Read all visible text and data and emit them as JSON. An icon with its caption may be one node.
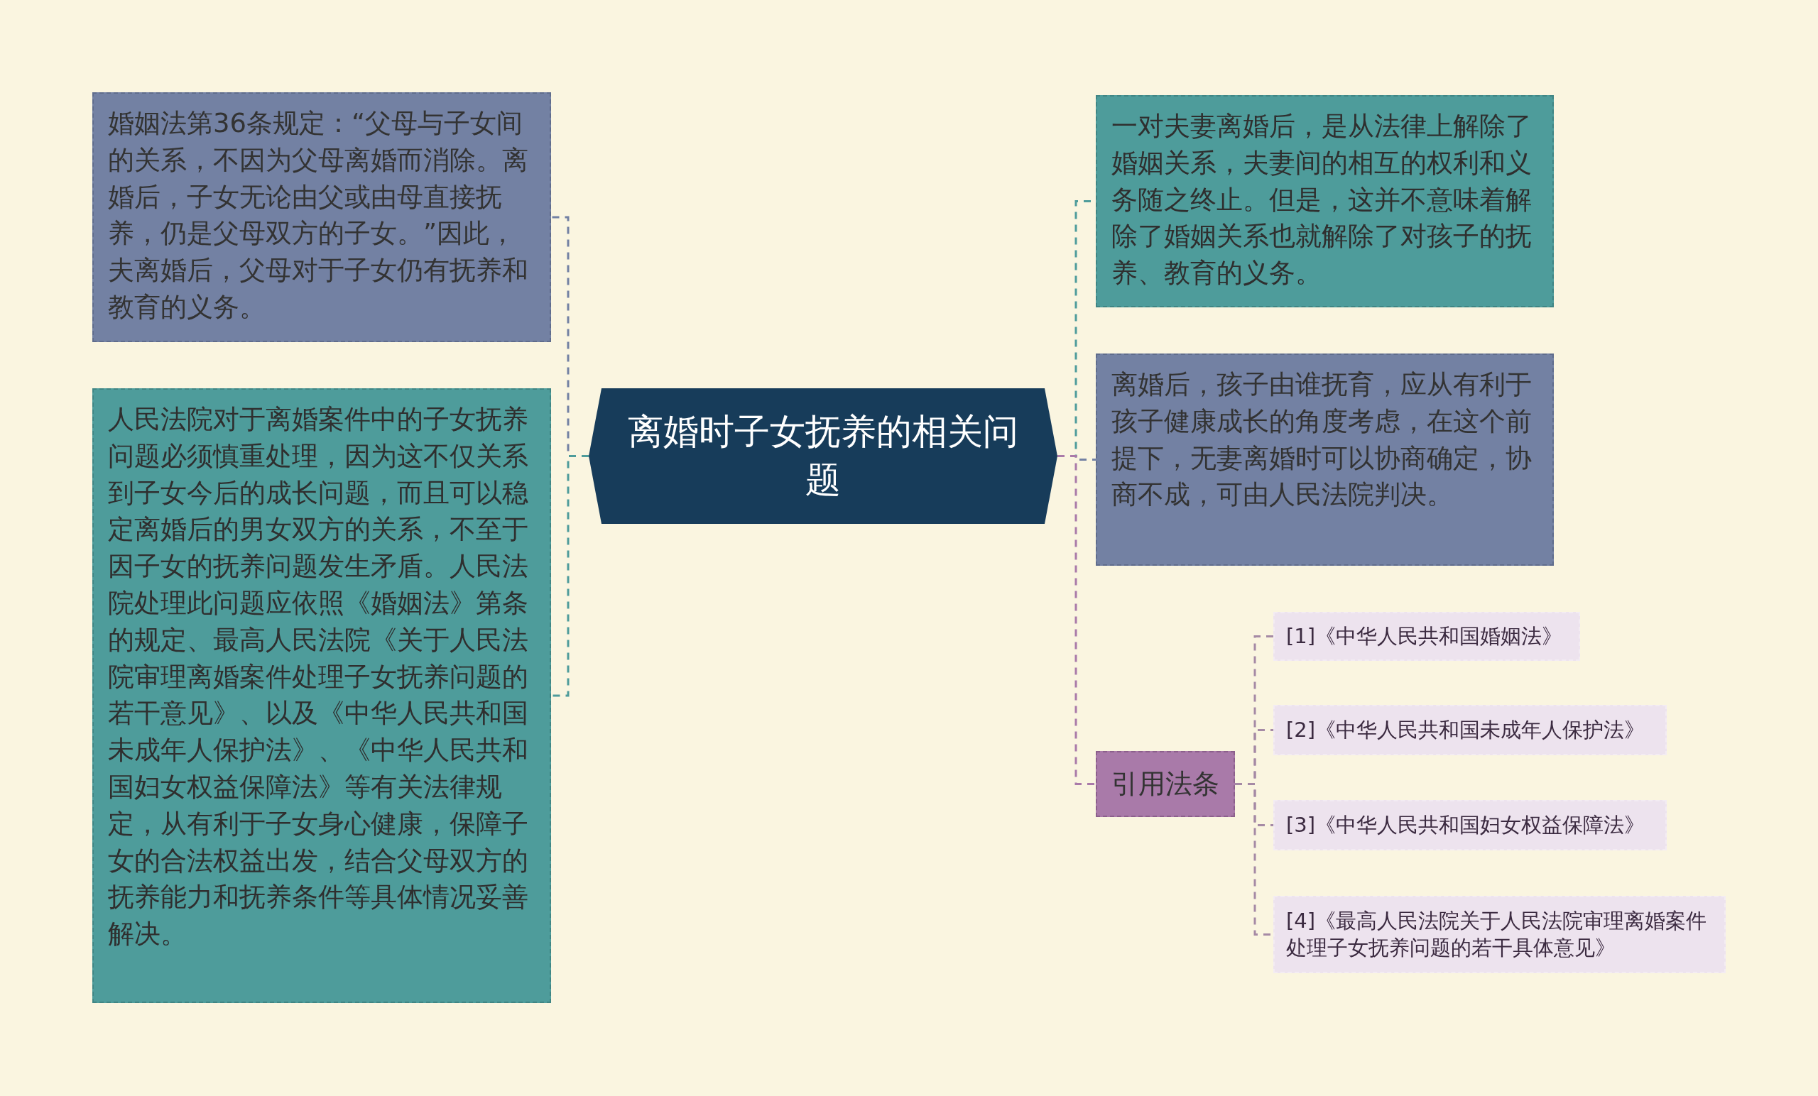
{
  "diagram": {
    "nodes": [
      {
        "text": [
          "离婚时子女抚养的相关问题"
        ]
      },
      {
        "text": [
          "婚姻法第36条规定：“父母与子女间的关系，不因为父母离婚而消除。离婚后，子女无论由父或由母直接抚养，仍是父母双方的子女。”因此，夫离婚后，父母对于子女仍有抚养和教育的义务。"
        ]
      },
      {
        "text": [
          "人民法院对于离婚案件中的子女抚养问题必须慎重处理，因为这不仅关系到子女今后的成长问题，而且可以稳定离婚后的男女双方的关系，不至于因子女的抚养问题发生矛盾。人民法院处理此问题应依照《婚姻法》第条的规定、最高人民法院《关于人民法院审理离婚案件处理子女抚养问题的若干意见》、以及《中华人民共和国未成年人保护法》、《中华人民共和国妇女权益保障法》等有关法律规定，从有利于子女身心健康，保障子女的合法权益出发，结合父母双方的抚养能力和抚养条件等具体情况妥善解决。"
        ]
      },
      {
        "text": [
          "一对夫妻离婚后，是从法律上解除了婚姻关系，夫妻间的相互的权利和义务随之终止。但是，这并不意味着解除了婚姻关系也就解除了对孩子的抚养、教育的义务。"
        ]
      },
      {
        "text": [
          "离婚后，孩子由谁抚育，应从有利于孩子健康成长的角度考虑，在这个前提下，无妻离婚时可以协商确定，协商不成，可由人民法院判决。"
        ]
      },
      {
        "text": [
          "引用法条"
        ]
      },
      {
        "text": [
          "[1]《中华人民共和国婚姻法》"
        ]
      },
      {
        "text": [
          "[2]《中华人民共和国未成年人保护法》"
        ]
      },
      {
        "text": [
          "[3]《中华人民共和国妇女权益保障法》"
        ]
      },
      {
        "text": [
          "[4]《最高人民法院关于人民法院审理离婚案件处理子女抚养问题的若干具体意见》"
        ]
      }
    ],
    "edges": [
      {
        "from": 0,
        "to": 1,
        "arrow": "none",
        "style": "dashed",
        "color": "#7381a3"
      },
      {
        "from": 0,
        "to": 2,
        "arrow": "none",
        "style": "dashed",
        "color": "#4e9c9b"
      },
      {
        "from": 0,
        "to": 3,
        "arrow": "none",
        "style": "dashed",
        "color": "#4e9c9b"
      },
      {
        "from": 0,
        "to": 4,
        "arrow": "none",
        "style": "dashed",
        "color": "#7381a3"
      },
      {
        "from": 0,
        "to": 5,
        "arrow": "none",
        "style": "dashed",
        "color": "#a97aa9"
      },
      {
        "from": 5,
        "to": 6,
        "arrow": "none",
        "style": "dashed",
        "color": "#a58aa5"
      },
      {
        "from": 5,
        "to": 7,
        "arrow": "none",
        "style": "dashed",
        "color": "#a58aa5"
      },
      {
        "from": 5,
        "to": 8,
        "arrow": "none",
        "style": "dashed",
        "color": "#a58aa5"
      },
      {
        "from": 5,
        "to": 9,
        "arrow": "none",
        "style": "dashed",
        "color": "#a58aa5"
      }
    ]
  }
}
